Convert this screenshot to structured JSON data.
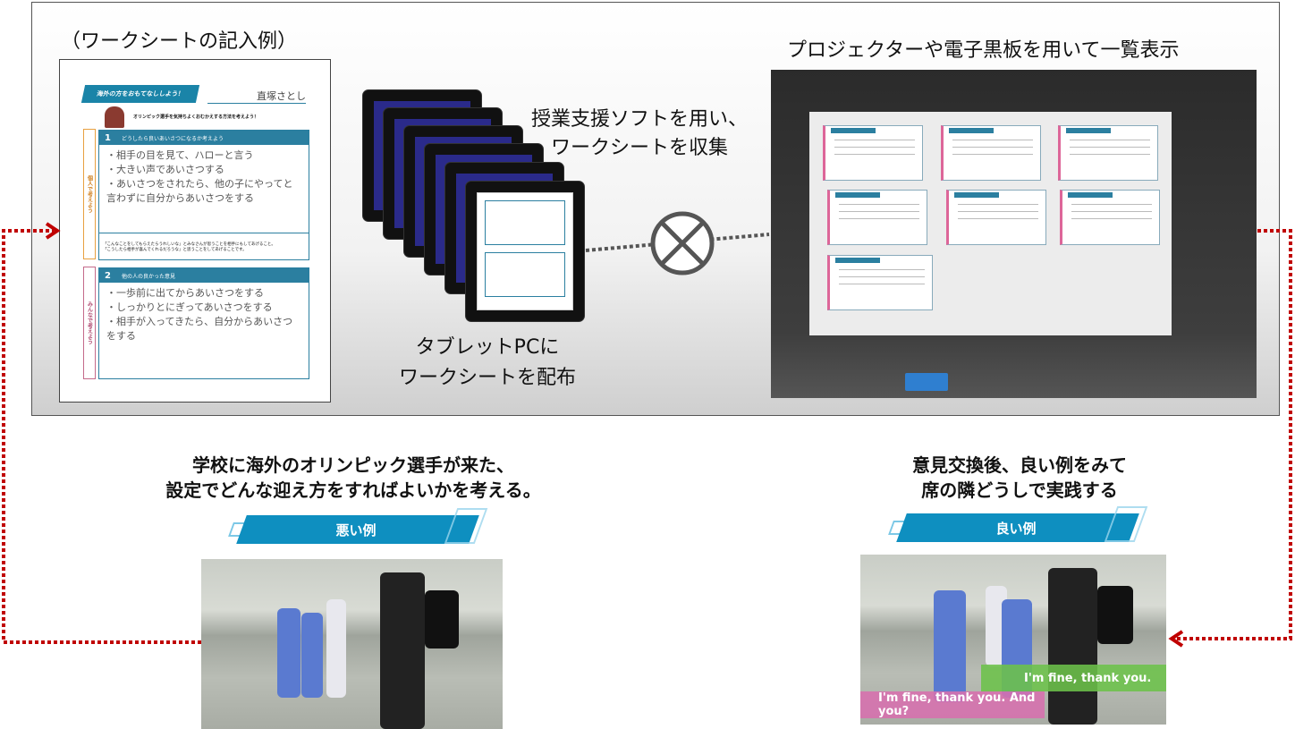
{
  "top_panel": {
    "worksheet_title": "（ワークシートの記入例）",
    "worksheet": {
      "banner": "海外の方をおもてなししよう！",
      "name": "直塚さとし",
      "subtitle": "オリンピック選手を気持ちよくおむかえする方法を考えよう！",
      "section1_number": "1",
      "section1_title": "どうしたら良いあいさつになるか考えよう",
      "section1_side": "個人で考えよう",
      "section1_lines": [
        "・相手の目を見て、ハローと言う",
        "・大きい声であいさつする",
        "・あいさつをされたら、他の子にやってと言わずに自分からあいさつをする"
      ],
      "hint_text": "「こんなことをしてもらえたらうれしいな」とみなさんが思うことを相手にもしてあげること。「こうしたら相手が喜んでくれるだろうな」と思うことをしてあげることです。",
      "section2_number": "2",
      "section2_title": "他の人の良かった意見",
      "section2_side": "みんなで考えよう",
      "section2_lines": [
        "・一歩前に出てからあいさつをする",
        "・しっかりとにぎってあいさつをする",
        "・相手が入ってきたら、自分からあいさつをする"
      ]
    },
    "collect_caption": [
      "授業支援ソフトを用い、",
      "ワークシートを収集"
    ],
    "distribute_caption": [
      "タブレットPCに",
      "ワークシートを配布"
    ],
    "display_caption": "プロジェクターや電子黒板を用いて一覧表示"
  },
  "bad_example": {
    "description": [
      "学校に海外のオリンピック選手が来た、",
      "設定でどんな迎え方をすればよいかを考える。"
    ],
    "banner": "悪い例"
  },
  "good_example": {
    "description": [
      "意見交換後、良い例をみて",
      "席の隣どうしで実践する"
    ],
    "banner": "良い例",
    "subtitle_green": "I'm fine, thank you.",
    "subtitle_pink": "I'm fine, thank you. And you?"
  },
  "colors": {
    "accent_blue": "#0e8fc0",
    "arrow_red": "#c00000",
    "subtitle_green": "#6cc24a",
    "subtitle_pink": "#d76fae"
  }
}
